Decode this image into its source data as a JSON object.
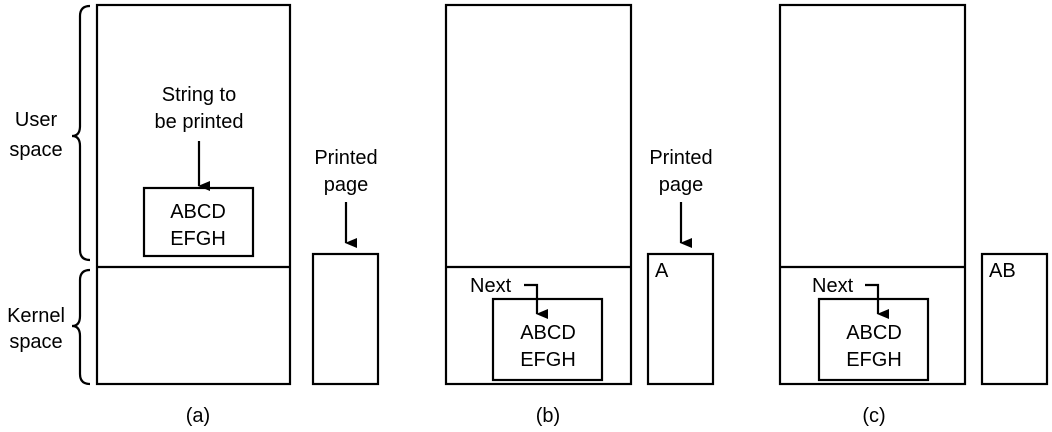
{
  "labels": {
    "user_space": [
      "User",
      "space"
    ],
    "kernel_space": [
      "Kernel",
      "space"
    ],
    "string_to_print": [
      "String to",
      "be printed"
    ],
    "printed_page": [
      "Printed",
      "page"
    ],
    "next": "Next"
  },
  "buffer_lines": [
    "ABCD",
    "EFGH"
  ],
  "panels": [
    {
      "caption": "(a)",
      "page_content": ""
    },
    {
      "caption": "(b)",
      "page_content": "A"
    },
    {
      "caption": "(c)",
      "page_content": "AB"
    }
  ]
}
